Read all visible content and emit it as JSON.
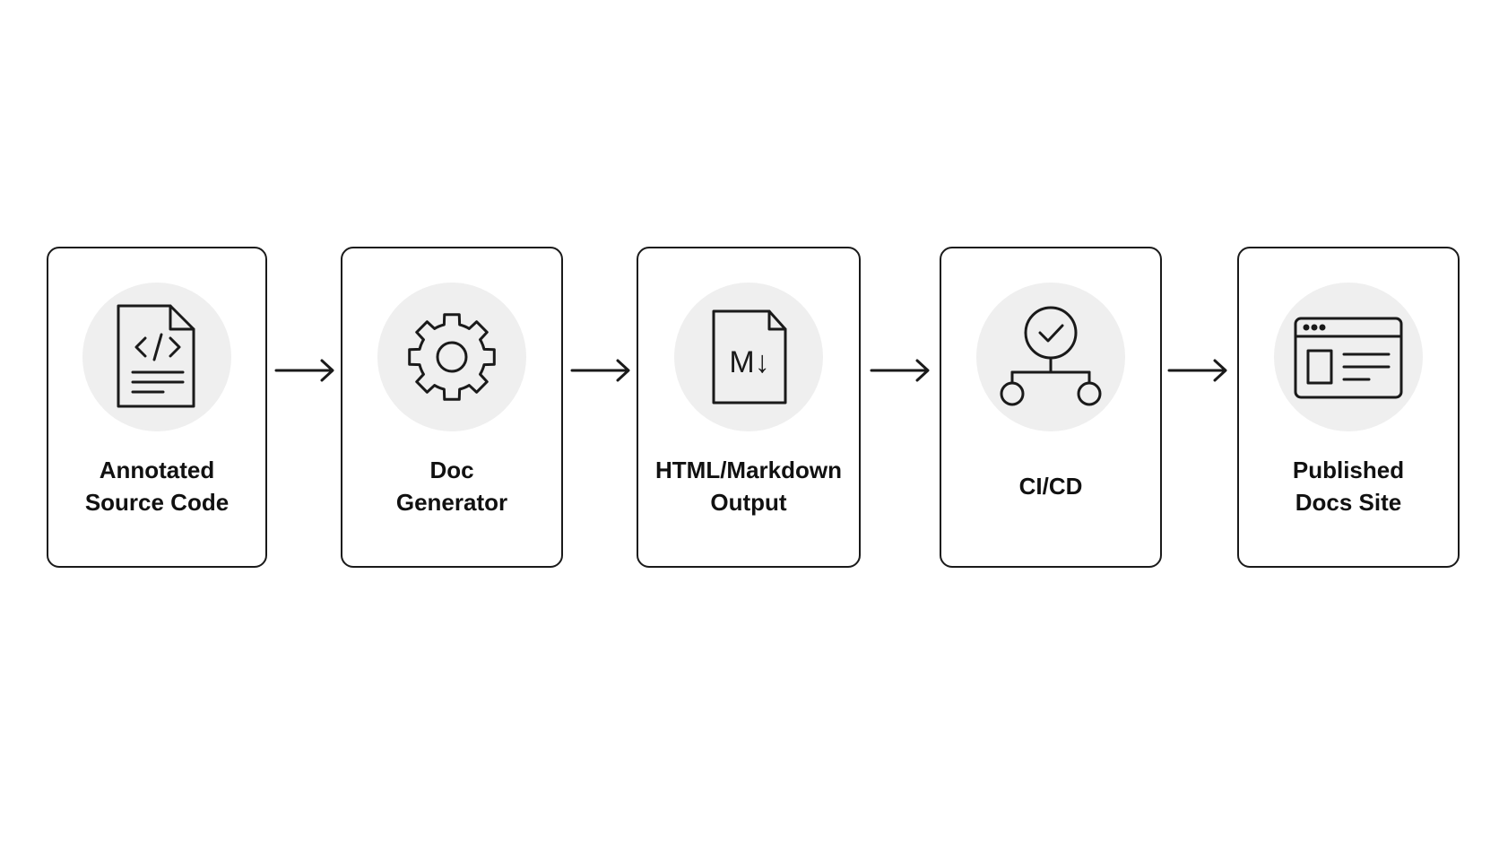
{
  "colors": {
    "stroke": "#1a1a1a",
    "icon_background": "#efefef",
    "card_background": "#ffffff",
    "text": "#111111"
  },
  "steps": [
    {
      "icon": "code-file-icon",
      "label_line1": "Annotated",
      "label_line2": "Source Code"
    },
    {
      "icon": "gear-icon",
      "label_line1": "Doc",
      "label_line2": "Generator"
    },
    {
      "icon": "markdown-file-icon",
      "icon_text": "M↓",
      "label_line1": "HTML/Markdown",
      "label_line2": "Output"
    },
    {
      "icon": "pipeline-check-icon",
      "label_line1": "CI/CD",
      "label_line2": ""
    },
    {
      "icon": "browser-window-icon",
      "label_line1": "Published",
      "label_line2": "Docs Site"
    }
  ],
  "connectors": [
    {
      "icon": "arrow-right-icon",
      "from": "Annotated Source Code",
      "to": "Doc Generator"
    },
    {
      "icon": "arrow-right-icon",
      "from": "Doc Generator",
      "to": "HTML/Markdown Output"
    },
    {
      "icon": "arrow-right-icon",
      "from": "HTML/Markdown Output",
      "to": "CI/CD"
    },
    {
      "icon": "arrow-right-icon",
      "from": "CI/CD",
      "to": "Published Docs Site"
    }
  ]
}
